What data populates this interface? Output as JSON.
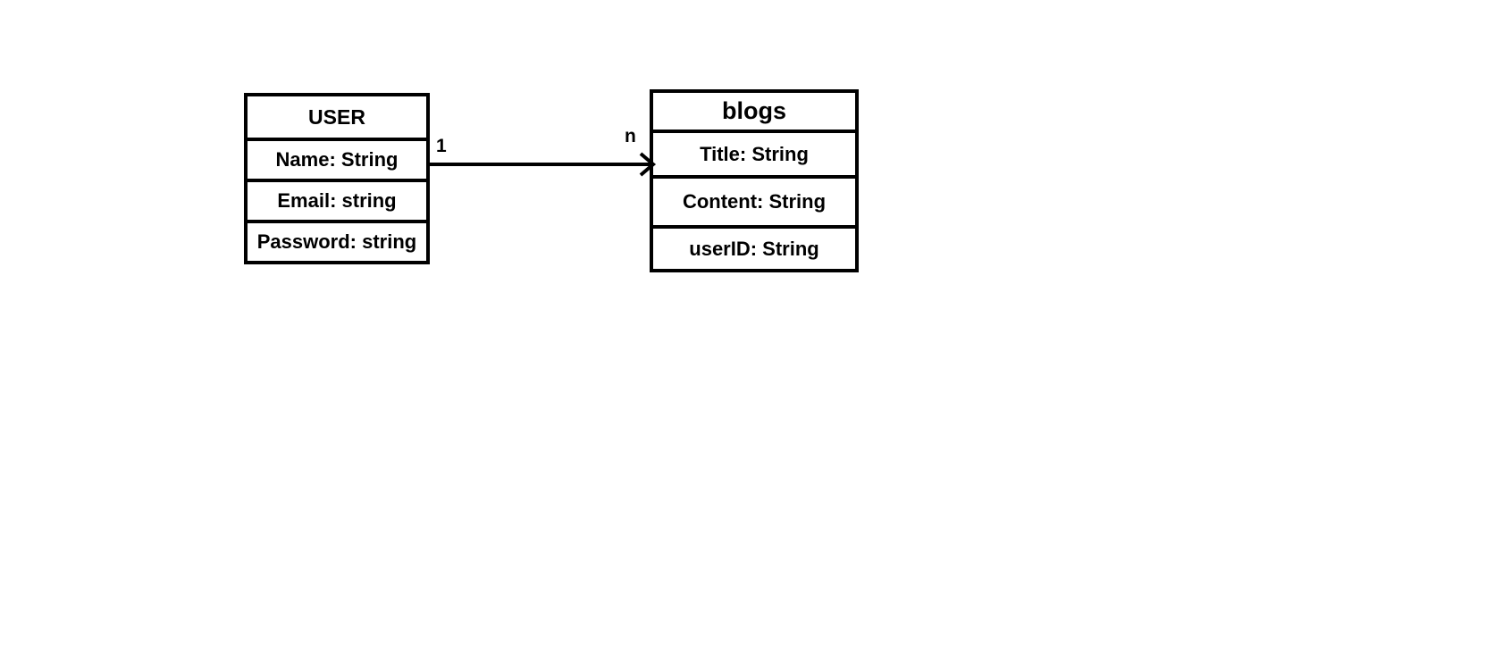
{
  "entities": {
    "user": {
      "title": "USER",
      "fields": [
        "Name: String",
        "Email: string",
        "Password: string"
      ]
    },
    "blogs": {
      "title": "blogs",
      "fields": [
        "Title: String",
        "Content: String",
        "userID: String"
      ]
    }
  },
  "relationship": {
    "from_multiplicity": "1",
    "to_multiplicity": "n"
  }
}
